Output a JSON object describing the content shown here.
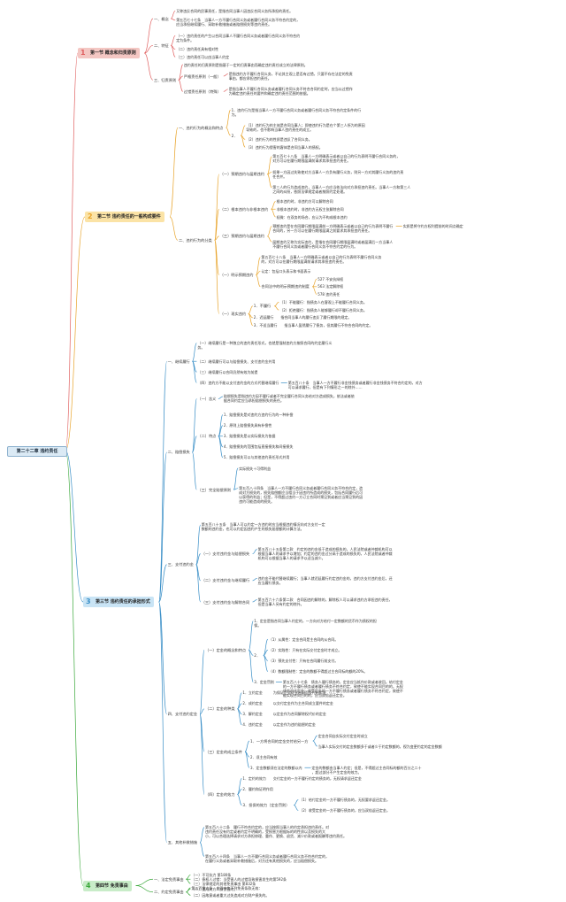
{
  "root": "第二十二章 违约责任",
  "sections": [
    {
      "id": "s1",
      "num": "1",
      "label": "第一节 概念和归责原则",
      "color": "#f4c7c3",
      "accent": "#e06060",
      "children": [
        {
          "label": "一、概念",
          "children": [
            {
              "text": "又称违反合同的民事责任，是指合同当事人因违反合同义务所承担的责任。"
            },
            {
              "text": "第五百七十七条　当事人一方不履行合同义务或者履行合同义务不符合约定的，\n应当承担继续履行、采取补救措施或者赔偿损失等违约责任。"
            }
          ]
        },
        {
          "label": "二、特征",
          "children": [
            {
              "text": "（一）违约责任的产生以合同当事人不履行合同义务或者履行合同义务不符合约\n定为条件。"
            },
            {
              "text": "（二）违约责任具有相对性"
            },
            {
              "text": "（三）违约责任可以由当事人约定"
            }
          ]
        },
        {
          "label": "三、归责原则",
          "children": [
            {
              "text": "违约责任的归责原则是指基于一定的归责事由而确定违约责任成立的法律原则。"
            },
            {
              "label": "严格责任原则（一般）",
              "text": "是指违约方不履行合同义务，不论其主观上是否有过错，只要不存在法定的免责\n事由，都应承担违约责任。"
            },
            {
              "label": "过错责任原则（特殊）",
              "text": "是指当事人不履行合同义务或者履行合同义务不符合合同约定时，应当以过错作\n为确定违约责任的要件和确定违约责任范围的依据。"
            }
          ]
        }
      ]
    },
    {
      "id": "s2",
      "num": "2",
      "label": "第二节 违约责任的一般构成要件",
      "color": "#fbe3a6",
      "accent": "#e8a42b",
      "children": [
        {
          "label": "一、违约行为的概念和特点",
          "children": [
            {
              "text": "1．违约行为是指当事人一方不履行合同义务或者履行合同义务不符合约定条件的行\n为。"
            },
            {
              "label": "2．",
              "children": [
                {
                  "text": "（1）违约行为的主体是合同当事人；即使违约行为是在个第三人所为的原因\n导致的，也不影响当事人违约责任的成立。"
                },
                {
                  "text": "（2）违约行为的性质是违反了合同义务。"
                },
                {
                  "text": "（3）违约行为侵害的客体是合同当事人的债权。"
                }
              ]
            }
          ]
        },
        {
          "label": "二、违约行为的分类",
          "children": [
            {
              "label": "（一）预期违约与届期违约",
              "children": [
                {
                  "text": "第五百七十八条　当事人一方明确表示或者以自己的行为表明不履行合同义务的，\n对方可以在履行期限届满前请求其承担违约责任。"
                },
                {
                  "text": "如果一方因过失致使对方当事人一方负有履行义务，则另一方对其履行义务的违约责\n任合并。"
                },
                {
                  "text": "第三人的行为造成违约，当事人一方应当依法向对方承担违约责任。当事人一方和第三人\n之间的纠纷，依照法律规定或者按照约定处理。"
                }
              ]
            },
            {
              "label": "（二）根本违约与非根本违约",
              "children": [
                {
                  "text": "根本违约时，非违约方可以解除合同"
                },
                {
                  "text": "非根本违约时，非违约方无权主张解除合同"
                },
                {
                  "text": "轻微：在双务的场合，应认为不构成根本违约"
                }
              ]
            },
            {
              "label": "（三）预期违约与届期违约",
              "children": [
                {
                  "text": "预期违约是在合同履行期限届满前一方明确表示或者以自己的行为表明不履行\n合同的，另一方可以在履行期限届满之前要求其承担违约责任。",
                  "side": "实质是将守约方权利提前的时间点确定"
                },
                {
                  "text": "届期违约又称为实际违约，是指在合同履行期限届满时或者届满后一方当事人\n不履行合同义务或者履行合同义务不符合约定的行为。"
                }
              ]
            },
            {
              "label": "（一）明示预期违约",
              "children": [
                {
                  "text": "第五百七十八条　当事人一方明确表示或者以自己的行为表明不履行合同义务\n的，对方可以在履行期限届满前请求其承担违约责任。"
                },
                {
                  "text": "认定：包括口头表示和书面表示"
                },
                {
                  "label": "合同法中的明示预期违约制度",
                  "children": [
                    {
                      "text": "527 不安抗辩权"
                    },
                    {
                      "text": "563 法定解除权"
                    },
                    {
                      "text": "578 违约责任"
                    }
                  ]
                }
              ]
            },
            {
              "label": "（一）现实违约",
              "children": [
                {
                  "label": "1．不履行",
                  "children": [
                    {
                      "text": "（1）不能履行：指债务人在客观上不能履行合同义务。"
                    },
                    {
                      "text": "（2）拒绝履行：指债务人能够履行却不履行合同义务。"
                    }
                  ]
                },
                {
                  "text": "2．迟延履行　　指合同当事人的履行违反了履行期限的规定。"
                },
                {
                  "text": "3．不适当履行　　指当事人虽然履行了债务，但其履行不符合合同的约定。"
                }
              ]
            }
          ]
        }
      ]
    },
    {
      "id": "s3",
      "num": "3",
      "label": "第三节 违约责任的承担形式",
      "color": "#c9e4f5",
      "accent": "#3a8fc7",
      "children": [
        {
          "label": "一、继续履行",
          "children": [
            {
              "text": "（一）继续履行是一种独立的违约责任形式，也就是强制违约方按照合同的约定履行义\n务。"
            },
            {
              "text": "（二）继续履行可以与赔偿损失、支付违约金并用"
            },
            {
              "text": "（三）继续履行以合同仍然有效为前提"
            },
            {
              "text": "（四）违约方不能以支付违约金的方式代替继续履行",
              "side": "第五百八十条　当事人一方不履行非金钱债务或者履行非金钱债务不符合约定的，对方\n可以请求履行，但是有下列情形之一的除外……"
            }
          ]
        },
        {
          "label": "二、赔偿损失",
          "children": [
            {
              "label": "（一）含义",
              "text": "赔偿损失是指违约方因不履行或者不完全履行合同义务给对方造成损失，依法或者依\n据合同约定应当承担赔偿损失的责任。"
            },
            {
              "label": "（二）特点",
              "children": [
                {
                  "text": "1．赔偿损失是对违约方违约行为的一种补偿"
                },
                {
                  "text": "2．原则上赔偿损失具有补偿性"
                },
                {
                  "text": "3．赔偿损失是以实际损失为依据"
                },
                {
                  "text": "4．赔偿损失的范围包括直接损失和间接损失"
                },
                {
                  "text": "5．赔偿损失可以与其他违约责任形式并用"
                }
              ]
            },
            {
              "label": "（三）完全赔偿原则",
              "children": [
                {
                  "text": "实际损失＋可得利益"
                },
                {
                  "text": "第五百八十四条　当事人一方不履行合同义务或者履行合同义务不符合约定，造\n成对方损失的，损失赔偿额应当相当于因违约所造成的损失，包括合同履行后可\n以获得的利益；但是，不得超过违约一方订立合同时预见到或者应当预见到的因\n违约可能造成的损失。"
                }
              ]
            }
          ]
        },
        {
          "label": "三、支付违约金",
          "children": [
            {
              "text": "第五百八十五条　当事人可以约定一方违约时应当根据违约情况向对方支付一定\n数额的违约金，也可以约定因违约产生的损失赔偿额的计算方法。"
            },
            {
              "label": "（一）支付违约金与赔偿损失",
              "text": "第五百八十五条第二款　约定的违约金低于造成的损失的，人民法院或者仲裁机构可以\n根据当事人的请求予以增加；约定的违约金过分高于造成的损失的，人民法院或者仲裁\n机构可以根据当事人的请求予以适当减少。"
            },
            {
              "label": "（二）支付违约金与继续履行",
              "text": "违约金不能代替继续履行；当事人就迟延履行约定违约金的，违约方支付违约金后，还\n应当履行债务。"
            },
            {
              "label": "（三）支付违约金与解除合同",
              "text": "第五百六十六条第二款　合同因违约解除的，解除权人可以请求违约方承担违约责任，\n但是当事人另有约定的除外。"
            }
          ]
        },
        {
          "label": "四、支付违约定金",
          "children": [
            {
              "label": "（一）定金的概念和特点",
              "children": [
                {
                  "text": "1．定金是指合同当事人约定的，一方向对方给付一定数额的货币作为债权的担\n保。"
                },
                {
                  "label": "2．",
                  "children": [
                    {
                      "text": "（1）从属性：定金合同是主合同的从合同。"
                    },
                    {
                      "text": "（2）实践性：只有在实际交付定金时才成立。"
                    },
                    {
                      "text": "（3）预先支付性：只有在合同履行前支付。"
                    },
                    {
                      "text": "（4）数额限制性：定金的数额不得超过主合同标的额的20%。"
                    }
                  ]
                },
                {
                  "text": "3．定金罚则",
                  "side": "第五百八十七条　债务人履行债务的，定金应当抵作价款或者收回。给付定金\n的一方不履行债务或者履行债务不符合约定，致使不能实现合同目的的，无权\n请求返还定金；收受定金的一方不履行债务或者履行债务不符合约定，致使不\n能实现合同目的的，应当双倍返还定金。"
                }
              ]
            },
            {
              "label": "（二）定金的种类",
              "children": [
                {
                  "text": "1．立约定金　　　为保证正式订立合同而交付的定金"
                },
                {
                  "text": "2．成约定金　　　以交付定金作为主合同成立要件的定金"
                },
                {
                  "text": "3．解约定金　　　以定金作为合同解除权代价的定金"
                },
                {
                  "text": "4．违约定金　　　以定金作为违约赔偿的定金"
                }
              ]
            },
            {
              "label": "（三）定金的成立条件",
              "children": [
                {
                  "label": "1．一方将合同的定金交付给另一方",
                  "children": [
                    {
                      "text": "定金合同自实际交付定金时成立"
                    },
                    {
                      "text": "当事人实际交付的定金数额多于或者少于约定数额的，视为变更约定的定金数额"
                    }
                  ]
                },
                {
                  "text": "2．须主合同有效"
                },
                {
                  "text": "3．定金数额须在法定的数额以内",
                  "side": "定金的数额由当事人约定；但是，不得超过主合同标的额的百分之二十\n，超过部分不产生定金的效力。"
                }
              ]
            },
            {
              "label": "（四）定金的效力",
              "children": [
                {
                  "text": "1．定约的效力　　交付定金的一方不履行约定的债务的，无权请求返还定金"
                },
                {
                  "text": "2．履约和证明作用"
                },
                {
                  "label": "3．担保的效力（定金罚则）",
                  "children": [
                    {
                      "text": "（1）给付定金的一方不履行债务的，无权要求返还定金。"
                    },
                    {
                      "text": "（2）收受定金的一方不履行债务的，应当双倍返还定金。"
                    }
                  ]
                }
              ]
            }
          ]
        },
        {
          "label": "五、其他补救措施",
          "children": [
            {
              "text": "第五百八十二条　履行不符合约定的，应当按照当事人的约定承担违约责任。对\n违约责任没有约定或者约定不明确的，受损害方根据标的的性质以及损失的大\n小，可以合理选择请求对方承担修理、重作、更换、退货、减少价款或者报酬等违约责任。"
            },
            {
              "text": "第五百八十四条　当事人一方不履行合同义务或者履行合同义务不符合约定的，\n在履行义务或者采取补救措施后，对方还有其他损失的，应当赔偿损失。"
            }
          ]
        }
      ]
    },
    {
      "id": "s4",
      "num": "4",
      "label": "第四节 免责事由",
      "color": "#c8ecc8",
      "accent": "#3aa83a",
      "children": [
        {
          "label": "一、法定免责事由",
          "children": [
            {
              "text": "（一）不可抗力 第180条"
            },
            {
              "text": "（二）债权人过错：当受害人的过错导致损害发生的第592条"
            },
            {
              "text": "（三）法律规定的其他免责事由 第832条"
            }
          ]
        },
        {
          "label": "二、约定免责事由",
          "text": "第五百零六条　合同中的下列免责条款无效：",
          "children": [
            {
              "text": "（一）造成对方人身伤害的；"
            },
            {
              "text": "（二）因故意或者重大过失造成对方财产损失的。"
            }
          ]
        }
      ]
    }
  ]
}
